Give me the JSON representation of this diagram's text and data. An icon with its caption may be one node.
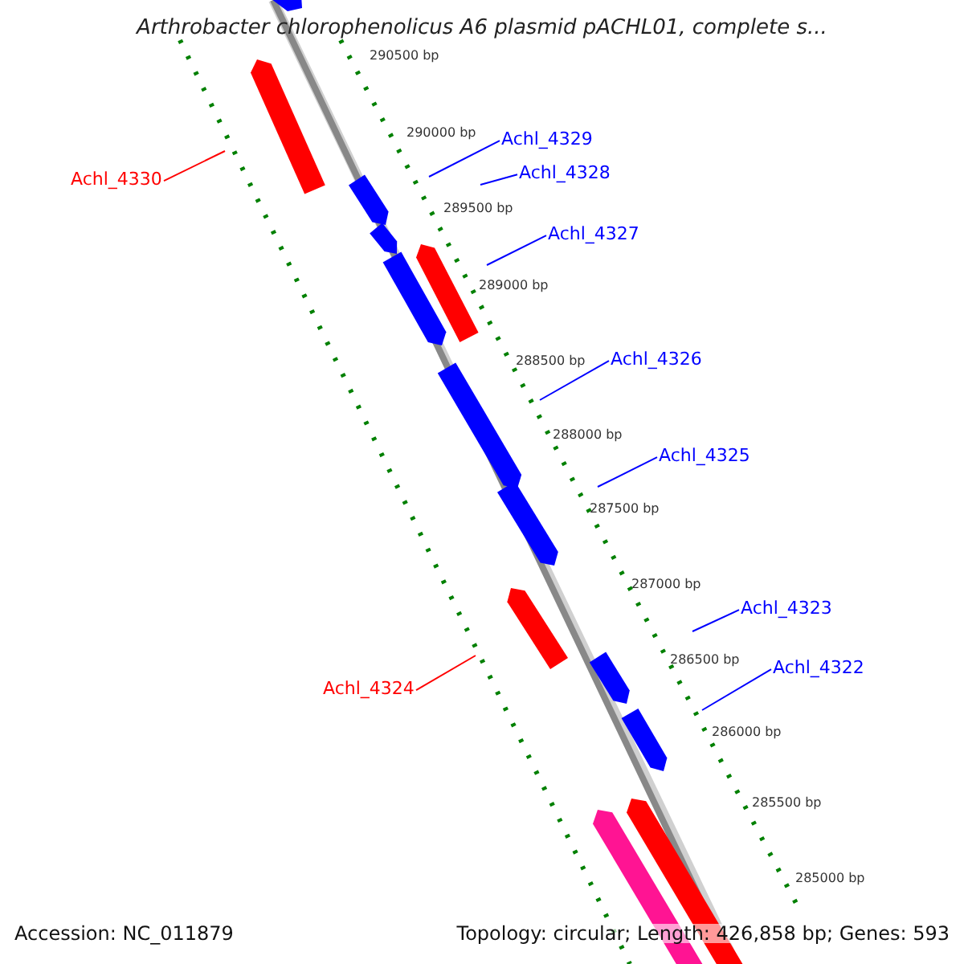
{
  "diagram": {
    "title": "Arthrobacter chlorophenolicus A6 plasmid pACHL01, complete s...",
    "nodes": [
      {
        "text": [
          "Achl_4330"
        ]
      },
      {
        "text": [
          "Achl_4329"
        ]
      },
      {
        "text": [
          "Achl_4328"
        ]
      },
      {
        "text": [
          "Achl_4327"
        ]
      },
      {
        "text": [
          "Achl_4326"
        ]
      },
      {
        "text": [
          "Achl_4325"
        ]
      },
      {
        "text": [
          "Achl_4324"
        ]
      },
      {
        "text": [
          "Achl_4323"
        ]
      },
      {
        "text": [
          "Achl_4322"
        ]
      }
    ],
    "edges": [
      {
        "from": 0,
        "to": null,
        "arrow": "none",
        "color": "#ff0000"
      },
      {
        "from": 1,
        "to": null,
        "arrow": "none"
      },
      {
        "from": 2,
        "to": null,
        "arrow": "none"
      },
      {
        "from": 3,
        "to": null,
        "arrow": "none"
      },
      {
        "from": 4,
        "to": null,
        "arrow": "none"
      },
      {
        "from": 5,
        "to": null,
        "arrow": "none"
      },
      {
        "from": 6,
        "to": null,
        "arrow": "none",
        "color": "#ff0000"
      },
      {
        "from": 7,
        "to": null,
        "arrow": "none"
      },
      {
        "from": 8,
        "to": null,
        "arrow": "none"
      }
    ],
    "labels": [
      "290500 bp",
      "290000 bp",
      "289500 bp",
      "289000 bp",
      "288500 bp",
      "288000 bp",
      "287500 bp",
      "287000 bp",
      "286500 bp",
      "286000 bp",
      "285500 bp",
      "285000 bp",
      "Accession: NC_011879",
      "Topology: circular; Length: 426,858 bp; Genes: 593"
    ]
  }
}
